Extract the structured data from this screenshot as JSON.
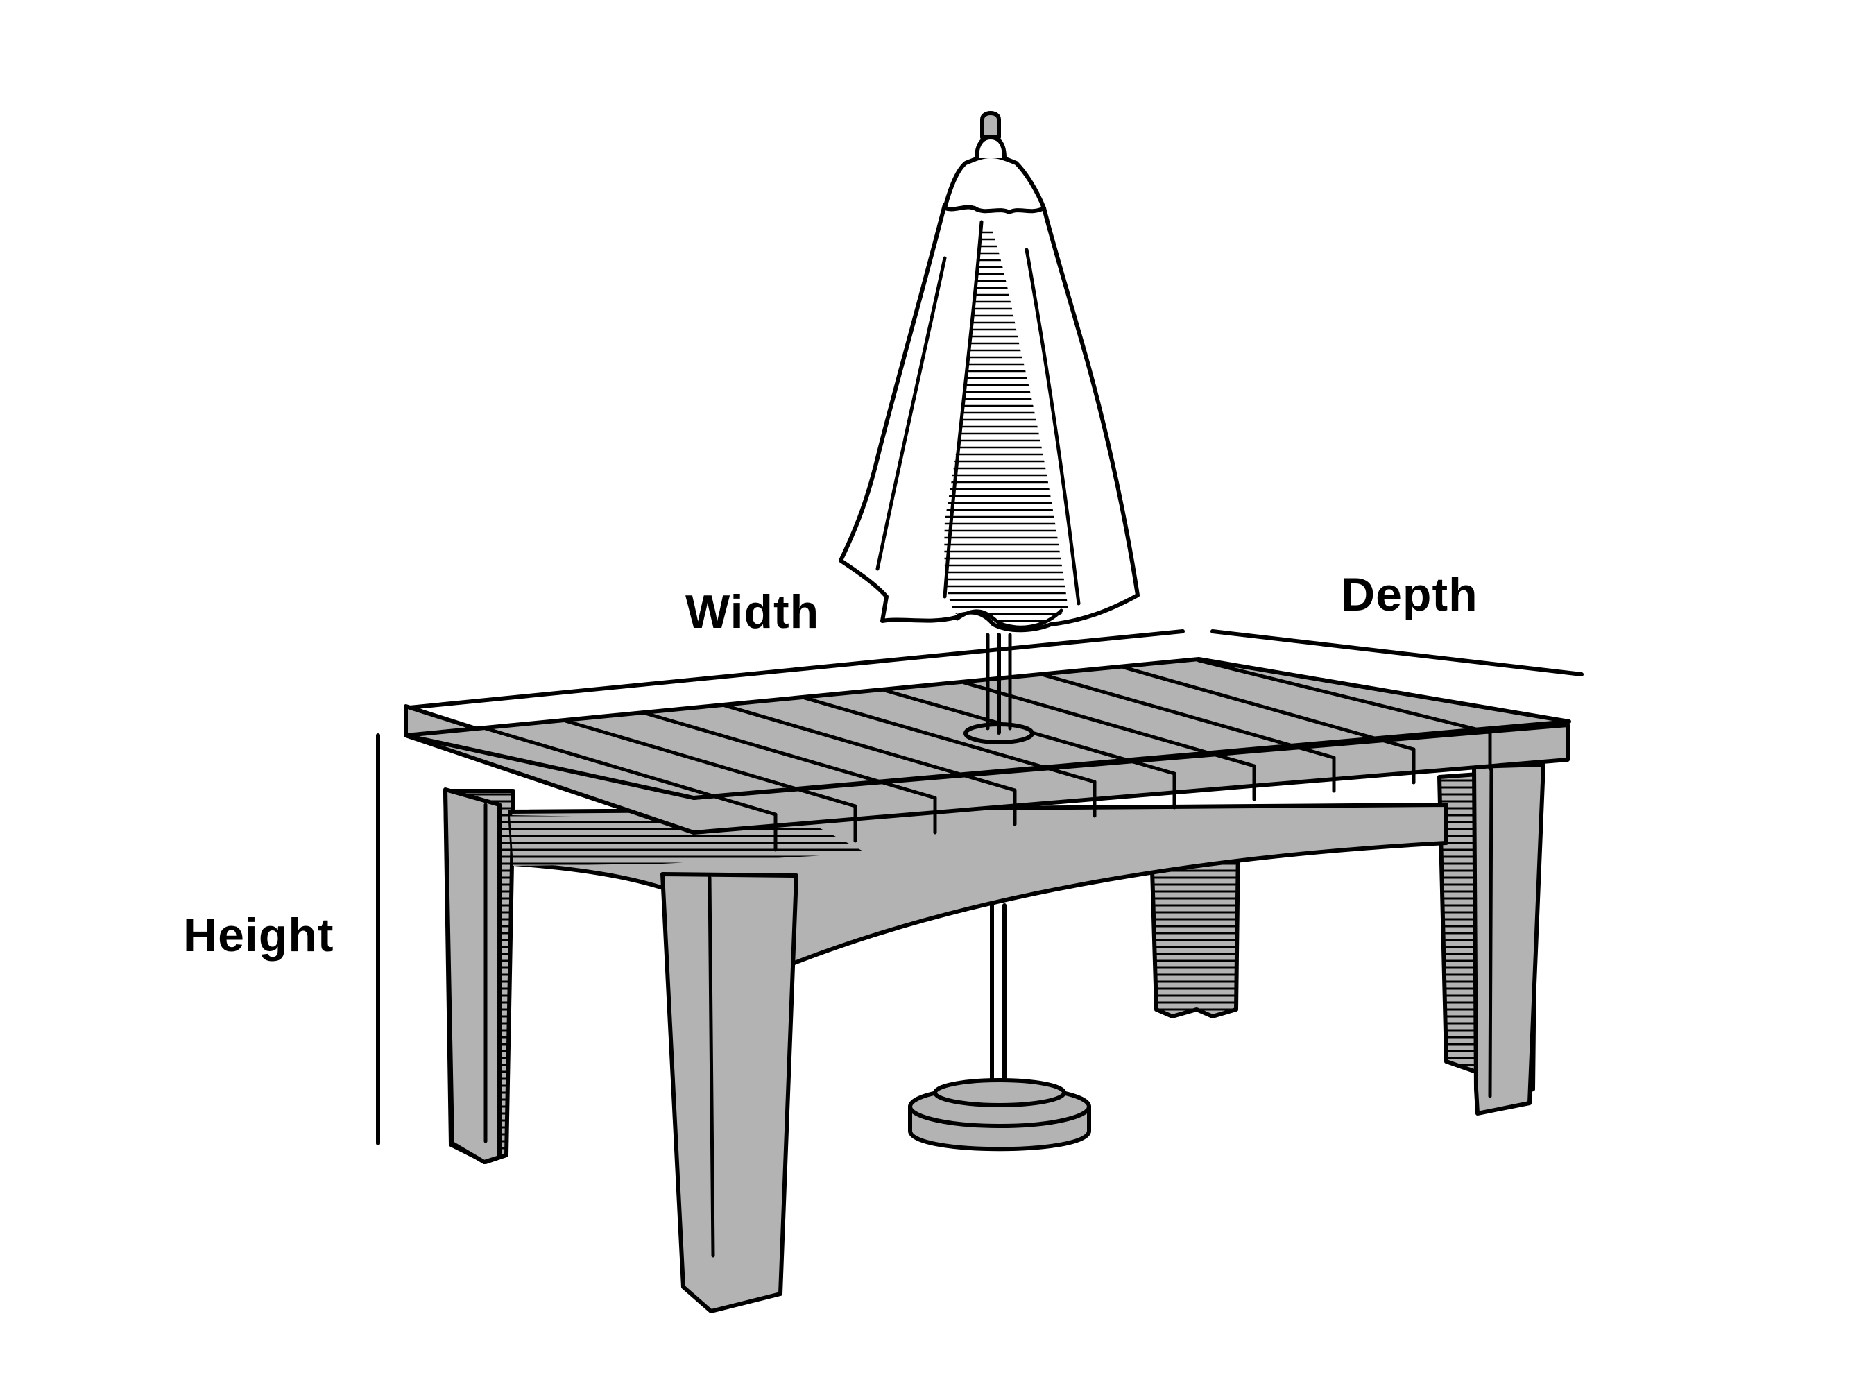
{
  "labels": {
    "width": "Width",
    "depth": "Depth",
    "height": "Height"
  },
  "colors": {
    "outline": "#000000",
    "fill_gray": "#b3b3b3",
    "background": "#ffffff"
  },
  "icons": {
    "subject": "patio-table-with-closed-umbrella"
  }
}
